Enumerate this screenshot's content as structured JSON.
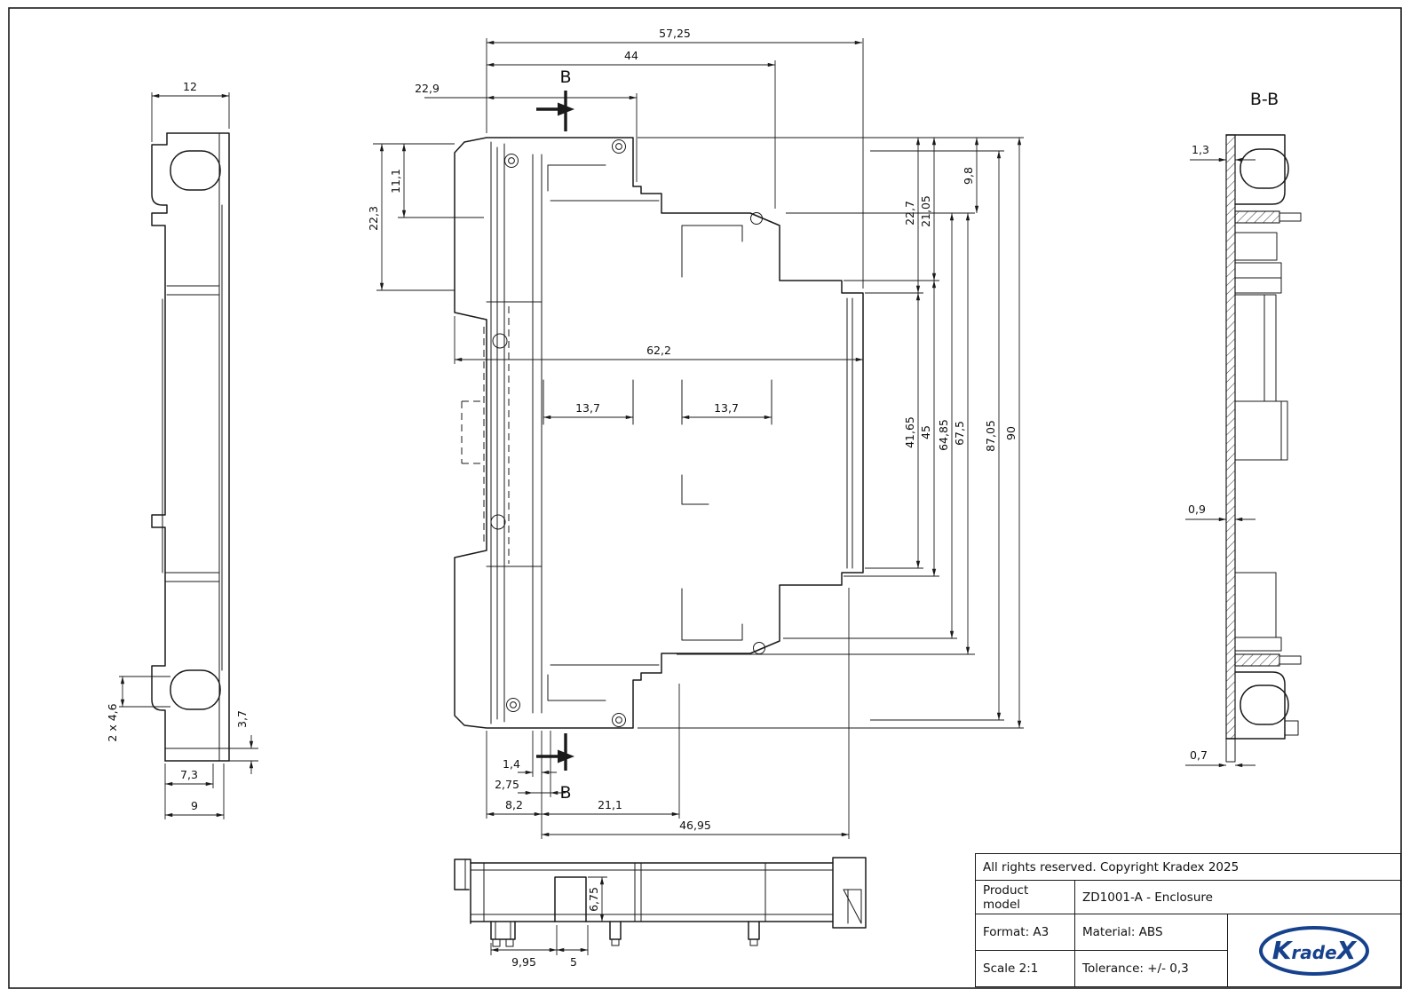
{
  "drawing": {
    "section_label_top": "B",
    "section_label_bottom": "B",
    "section_view_title": "B-B"
  },
  "dims": {
    "side": {
      "width_top": "12",
      "slot": "2 x 4,6",
      "base_lip": "3,7",
      "base_inner": "7,3",
      "base": "9"
    },
    "main": {
      "total_top": "57,25",
      "top_44": "44",
      "top_229": "22,9",
      "left_223": "22,3",
      "left_111": "11,1",
      "right_98": "9,8",
      "right_2105": "21,05",
      "right_227": "22,7",
      "right_4165": "41,65",
      "right_45": "45",
      "right_6485": "64,85",
      "right_675": "67,5",
      "right_8705": "87,05",
      "right_90": "90",
      "mid_622": "62,2",
      "mid_137a": "13,7",
      "mid_137b": "13,7",
      "bot_14": "1,4",
      "bot_275": "2,75",
      "bot_82": "8,2",
      "bot_211": "21,1",
      "bot_4695": "46,95"
    },
    "bb": {
      "wall_13": "1,3",
      "wall_09": "0,9",
      "wall_07": "0,7"
    },
    "bottom": {
      "depth_675": "6,75",
      "w_995": "9,95",
      "w_5": "5"
    }
  },
  "title_block": {
    "copyright": "All rights reserved. Copyright Kradex 2025",
    "product_model_label": "Product model",
    "product_model_value": "ZD1001-A - Enclosure",
    "format": "Format: A3",
    "material": "Material: ABS",
    "scale": "Scale 2:1",
    "tolerance": "Tolerance: +/- 0,3",
    "logo": {
      "k": "K",
      "mid": "rade",
      "x": "X"
    }
  },
  "colors": {
    "ink": "#1a1a1a",
    "logo_blue": "#16418c",
    "paper": "#ffffff"
  }
}
